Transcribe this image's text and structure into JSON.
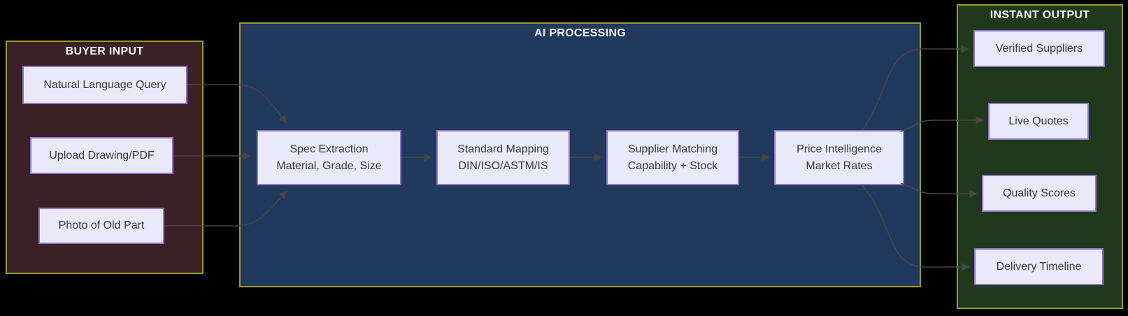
{
  "diagram": {
    "colors": {
      "background": "#000000",
      "panel_border": "#9b9b33",
      "buyer_fill": "#3b2125",
      "ai_fill": "#21395c",
      "output_fill": "#20391c",
      "node_fill": "#e9e9f9",
      "node_border": "#8f75c9",
      "node_text": "#393939",
      "title_text": "#f2f2f2",
      "edge": "#474747"
    },
    "panels": [
      {
        "title": "BUYER INPUT",
        "nodes": [
          {
            "lines": [
              "Natural Language Query"
            ]
          },
          {
            "lines": [
              "Upload Drawing/PDF"
            ]
          },
          {
            "lines": [
              "Photo of Old Part"
            ]
          }
        ]
      },
      {
        "title": "AI PROCESSING",
        "nodes": [
          {
            "lines": [
              "Spec Extraction",
              "Material, Grade, Size"
            ]
          },
          {
            "lines": [
              "Standard Mapping",
              "DIN/ISO/ASTM/IS"
            ]
          },
          {
            "lines": [
              "Supplier Matching",
              "Capability + Stock"
            ]
          },
          {
            "lines": [
              "Price Intelligence",
              "Market Rates"
            ]
          }
        ]
      },
      {
        "title": "INSTANT OUTPUT",
        "nodes": [
          {
            "lines": [
              "Verified Suppliers"
            ]
          },
          {
            "lines": [
              "Live Quotes"
            ]
          },
          {
            "lines": [
              "Quality Scores"
            ]
          },
          {
            "lines": [
              "Delivery Timeline"
            ]
          }
        ]
      }
    ],
    "edges": [
      {
        "from": "Natural Language Query",
        "to": "Spec Extraction"
      },
      {
        "from": "Upload Drawing/PDF",
        "to": "Spec Extraction"
      },
      {
        "from": "Photo of Old Part",
        "to": "Spec Extraction"
      },
      {
        "from": "Spec Extraction",
        "to": "Standard Mapping"
      },
      {
        "from": "Standard Mapping",
        "to": "Supplier Matching"
      },
      {
        "from": "Supplier Matching",
        "to": "Price Intelligence"
      },
      {
        "from": "Price Intelligence",
        "to": "Verified Suppliers"
      },
      {
        "from": "Price Intelligence",
        "to": "Live Quotes"
      },
      {
        "from": "Price Intelligence",
        "to": "Quality Scores"
      },
      {
        "from": "Price Intelligence",
        "to": "Delivery Timeline"
      }
    ]
  }
}
